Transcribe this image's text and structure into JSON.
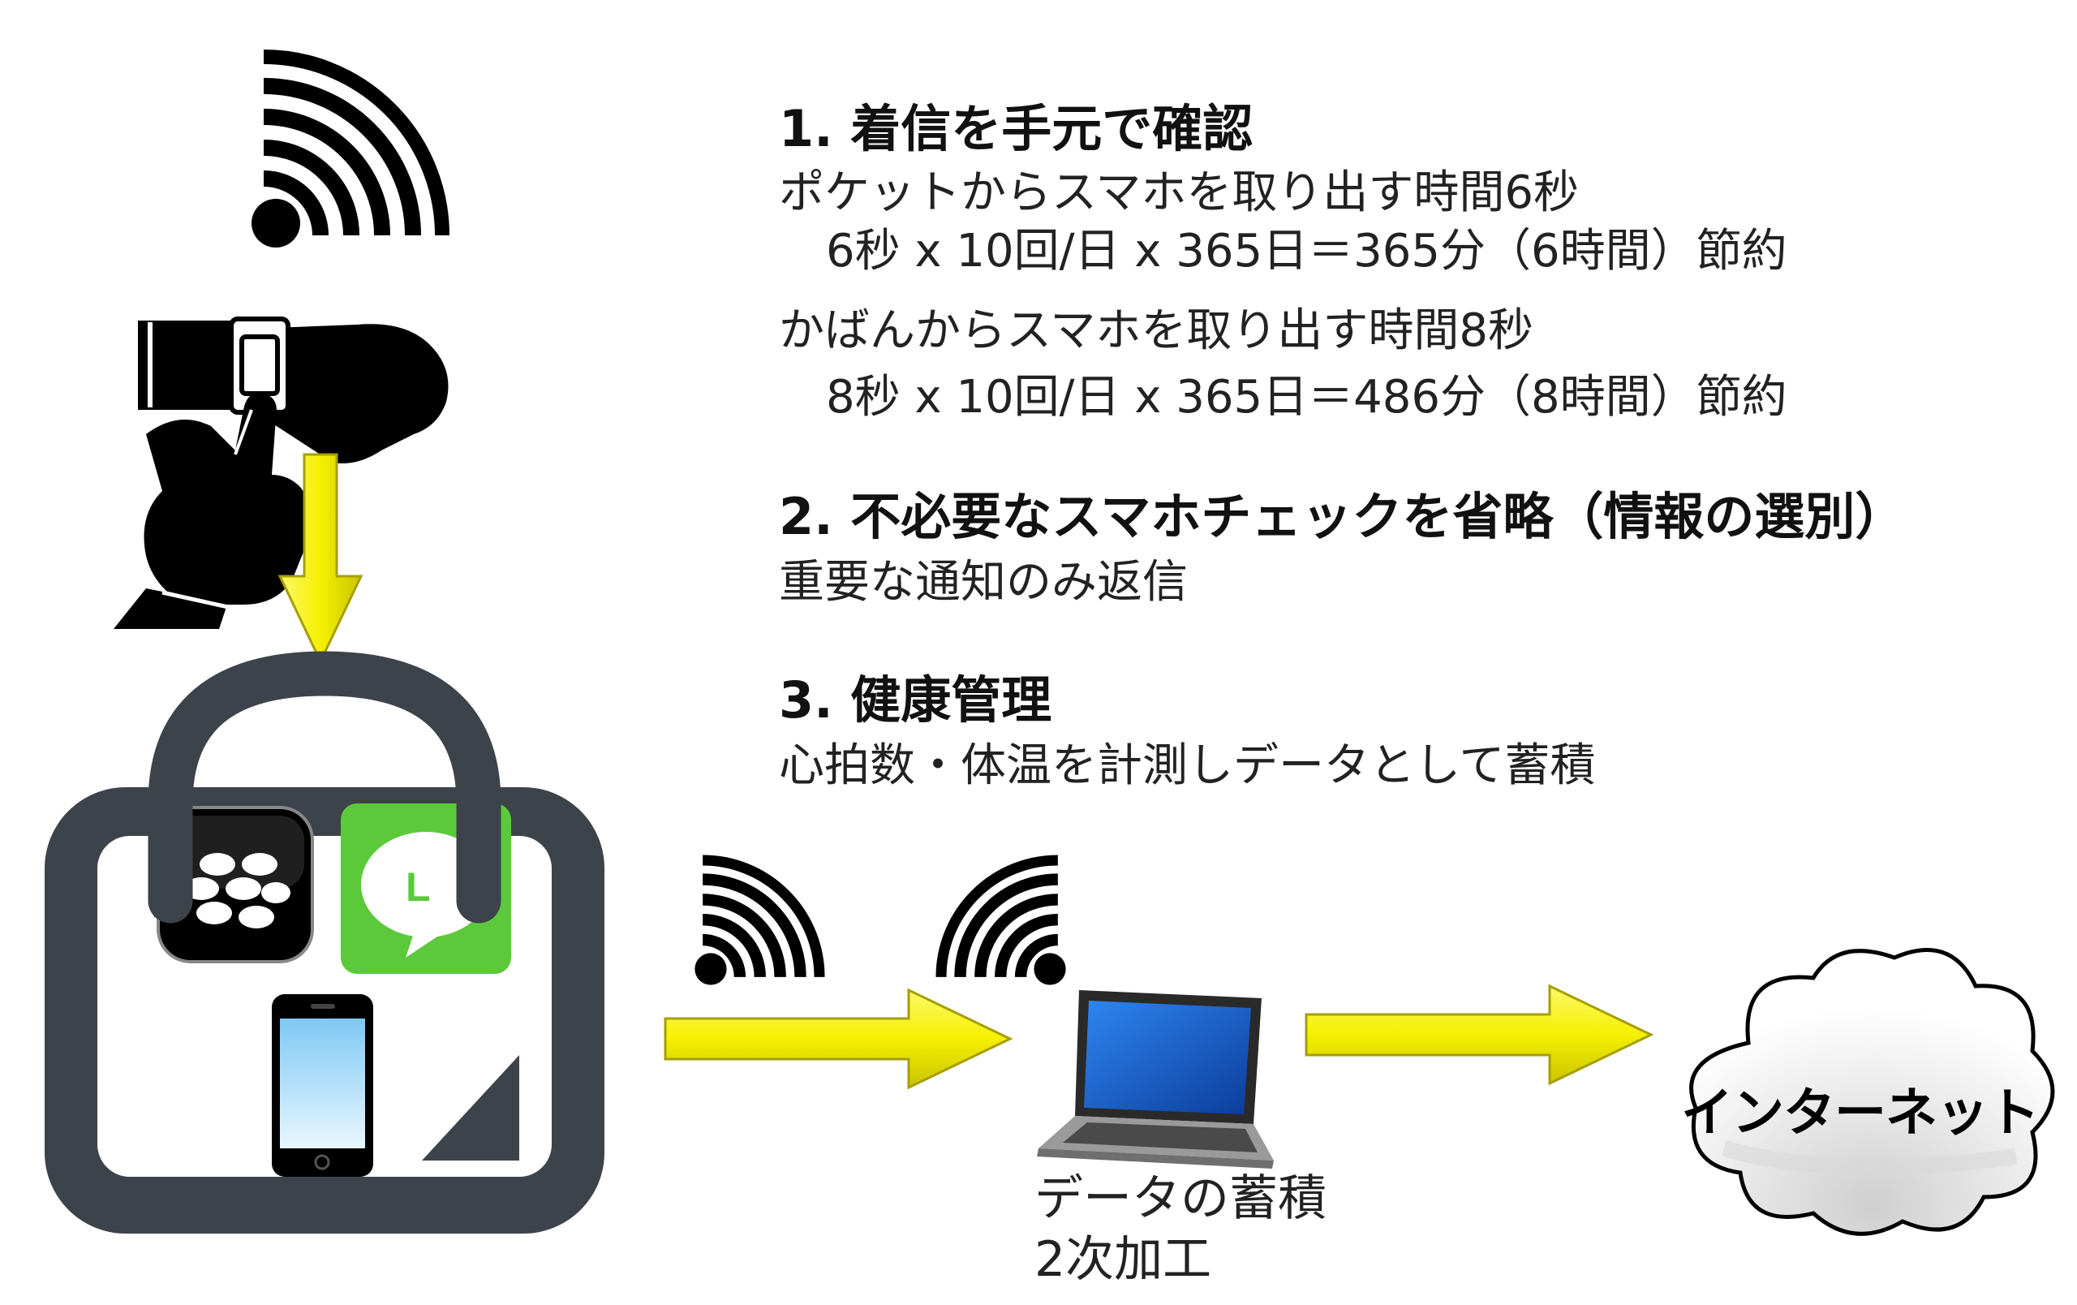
{
  "colors": {
    "arrow_yellow": "#f5f000",
    "bag_gray": "#3d434a",
    "line_green": "#5cc93b",
    "laptop_blue": "#1b67d6"
  },
  "icons": [
    "wifi-icon",
    "smartwatch-hand-icon",
    "bag-icon",
    "blackberry-app-icon",
    "line-app-icon",
    "smartphone-icon",
    "laptop-icon",
    "cloud-icon"
  ],
  "points": [
    {
      "heading": "1. 着信を手元で確認",
      "lines": [
        "ポケットからスマホを取り出す時間6秒",
        "6秒 x 10回/日 x 365日＝365分（6時間）節約",
        "かばんからスマホを取り出す時間8秒",
        "8秒 x 10回/日 x 365日＝486分（8時間）節約"
      ]
    },
    {
      "heading": "2. 不必要なスマホチェックを省略（情報の選別）",
      "lines": [
        "重要な通知のみ返信"
      ]
    },
    {
      "heading": "3. 健康管理",
      "lines": [
        "心拍数・体温を計測しデータとして蓄積"
      ]
    }
  ],
  "laptop_caption": [
    "データの蓄積",
    "2次加工"
  ],
  "cloud_label": "インターネット"
}
